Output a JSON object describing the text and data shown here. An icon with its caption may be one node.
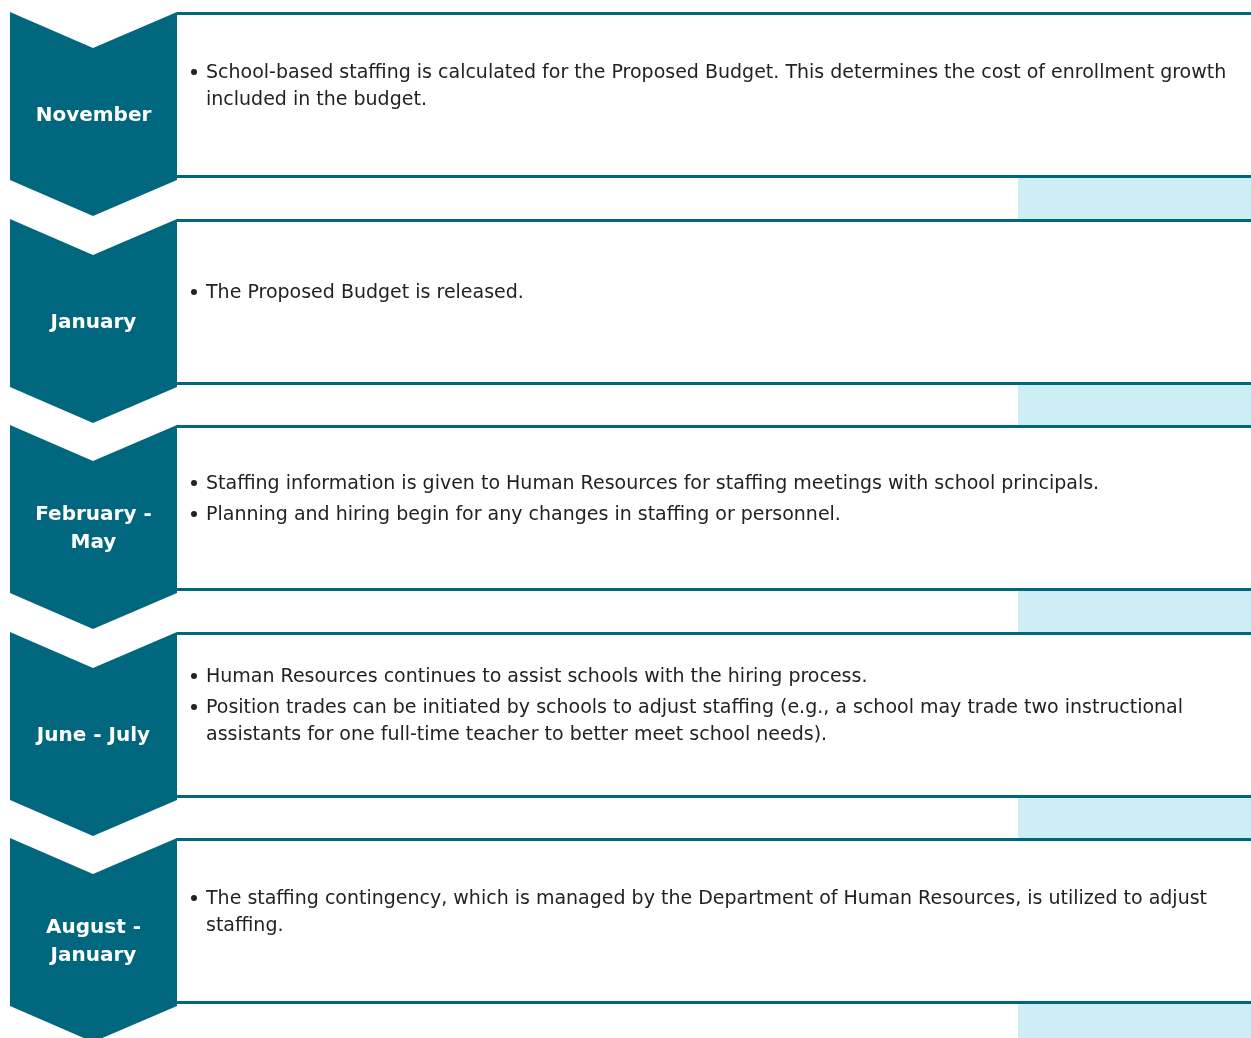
{
  "diagram": {
    "nodes": [
      {
        "text": [
          "November"
        ]
      },
      {
        "text": [
          "School-based staffing is calculated for the Proposed Budget. This determines the cost of enrollment growth included in the budget."
        ]
      },
      {
        "text": [
          "January"
        ]
      },
      {
        "text": [
          "The Proposed Budget is released."
        ]
      },
      {
        "text": [
          "February - May"
        ]
      },
      {
        "text": [
          "Staffing information is given to Human Resources for staffing meetings with school principals.",
          "Planning and hiring begin for any changes in staffing or personnel."
        ]
      },
      {
        "text": [
          "June - July"
        ]
      },
      {
        "text": [
          "Human Resources continues to assist schools with the hiring process.",
          "Position trades can be initiated by schools to adjust staffing (e.g., a school may trade two instructional assistants for one full-time teacher to better meet school needs)."
        ]
      },
      {
        "text": [
          "August - January"
        ]
      },
      {
        "text": [
          "The staffing contingency, which is managed by the Department of Human Resources, is utilized to adjust staffing."
        ]
      }
    ]
  }
}
